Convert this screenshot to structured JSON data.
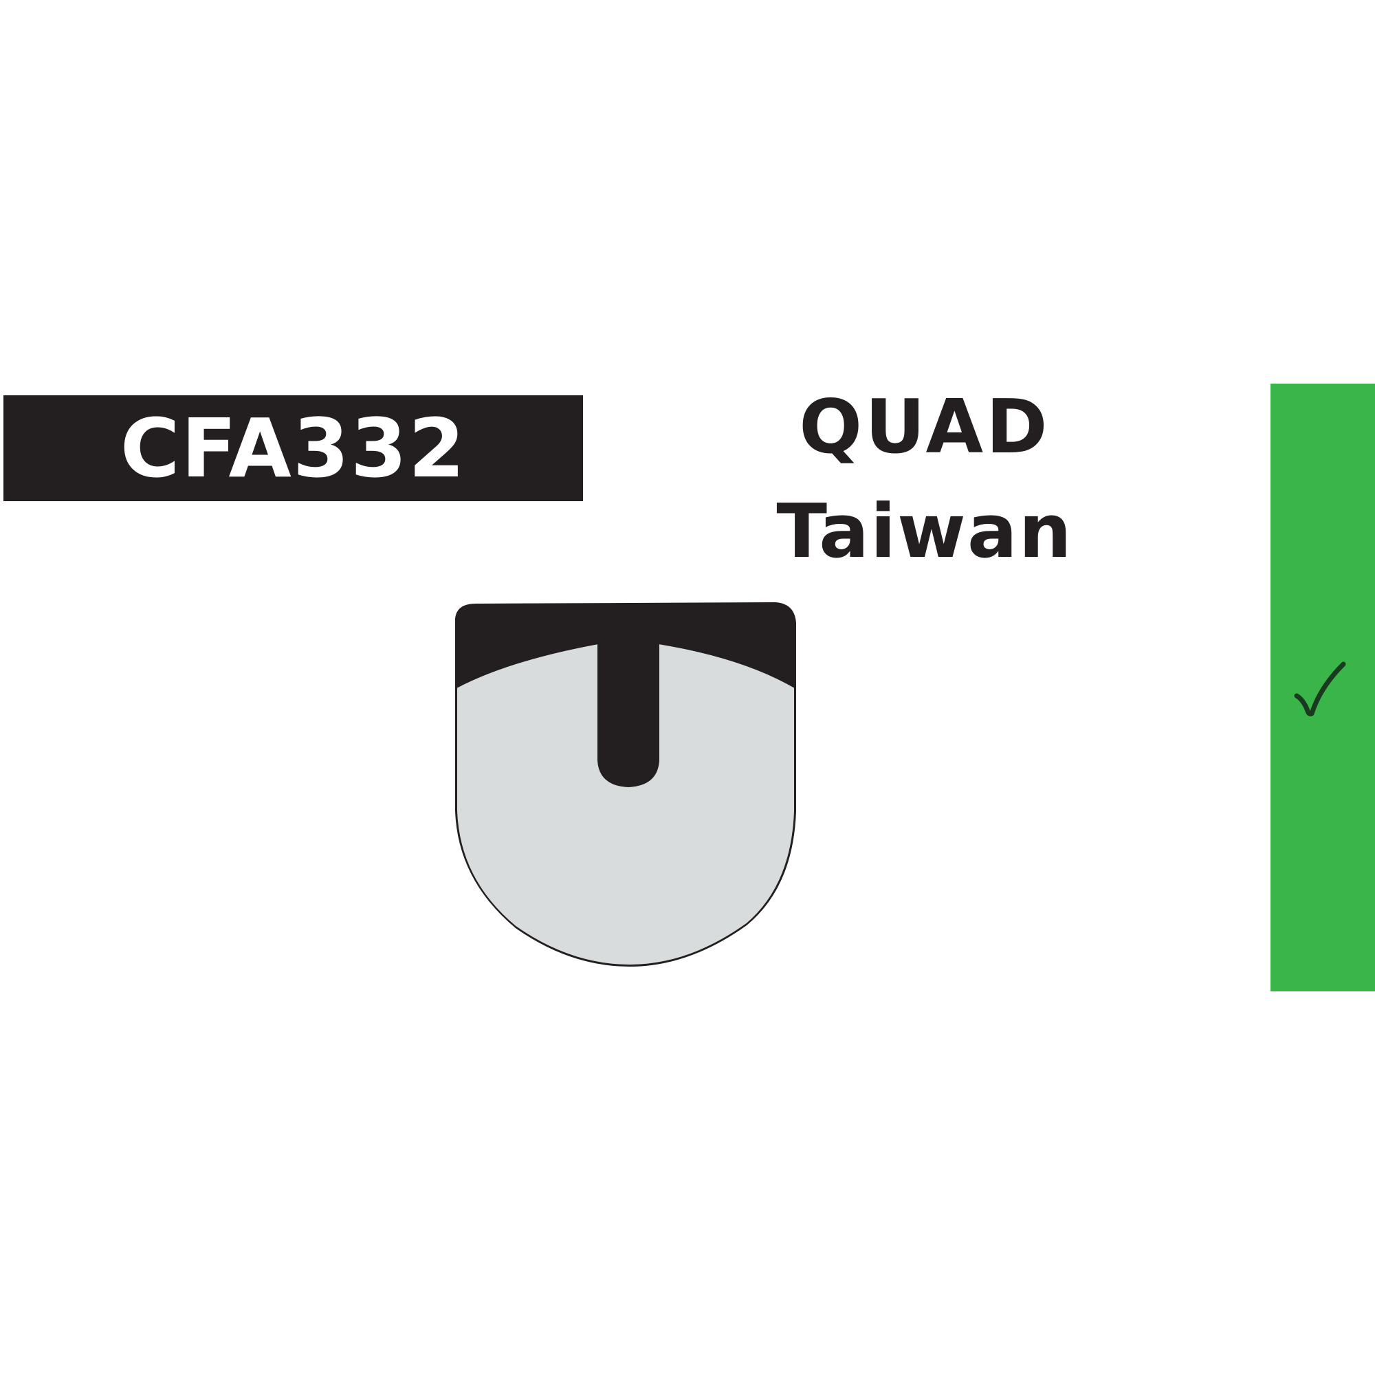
{
  "product": {
    "code": "CFA332",
    "brand": "QUAD",
    "origin": "Taiwan"
  },
  "compatibility": {
    "icon": "check-icon",
    "color": "#3ab54a"
  },
  "colors": {
    "backplate": "#231f20",
    "pad_compound": "#d9dcdd",
    "text": "#231f20",
    "background": "#ffffff"
  }
}
